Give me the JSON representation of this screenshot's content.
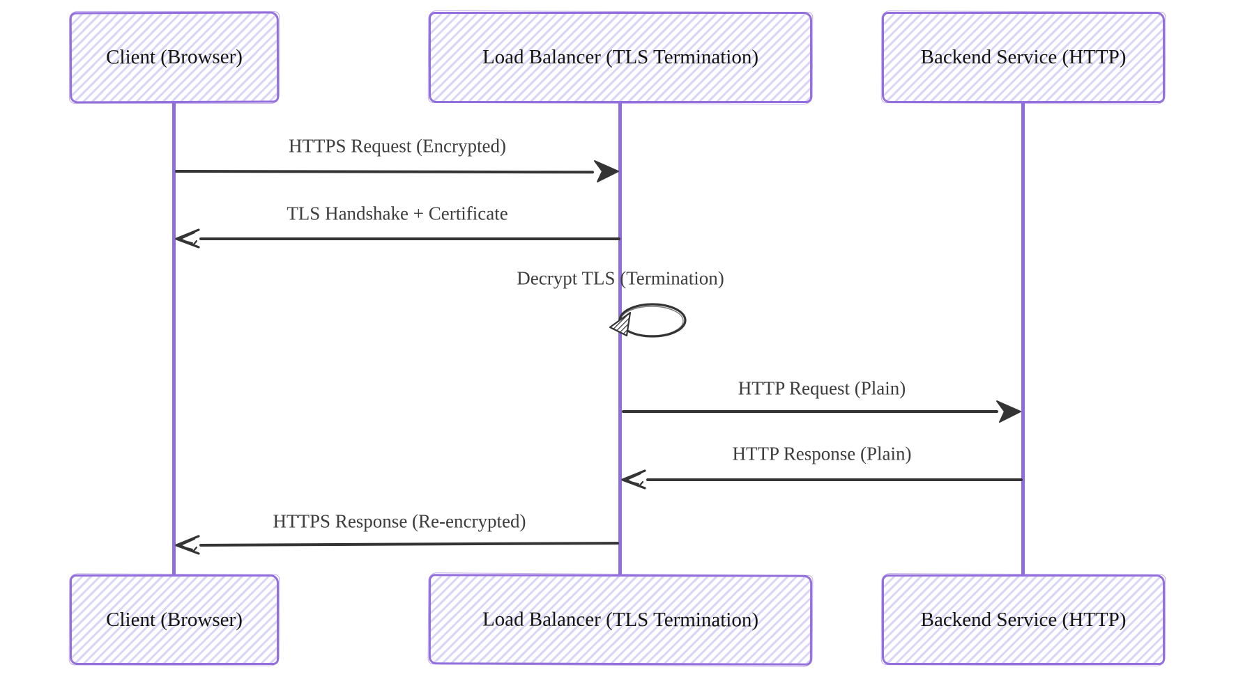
{
  "diagram": {
    "type": "sequence-diagram",
    "style": "hand-drawn",
    "actors": [
      {
        "id": "client",
        "label": "Client (Browser)"
      },
      {
        "id": "load-balancer",
        "label": "Load Balancer (TLS Termination)"
      },
      {
        "id": "backend",
        "label": "Backend Service (HTTP)"
      }
    ],
    "messages": [
      {
        "from": "client",
        "to": "load-balancer",
        "label": "HTTPS Request (Encrypted)",
        "arrowhead": "filled",
        "direction": "right"
      },
      {
        "from": "load-balancer",
        "to": "client",
        "label": "TLS Handshake + Certificate",
        "arrowhead": "open",
        "direction": "left"
      },
      {
        "from": "load-balancer",
        "to": "load-balancer",
        "label": "Decrypt TLS (Termination)",
        "arrowhead": "hatched",
        "direction": "self"
      },
      {
        "from": "load-balancer",
        "to": "backend",
        "label": "HTTP Request (Plain)",
        "arrowhead": "filled",
        "direction": "right"
      },
      {
        "from": "backend",
        "to": "load-balancer",
        "label": "HTTP Response (Plain)",
        "arrowhead": "open",
        "direction": "left"
      },
      {
        "from": "load-balancer",
        "to": "client",
        "label": "HTTPS Response (Re-encrypted)",
        "arrowhead": "open",
        "direction": "left"
      }
    ],
    "colors": {
      "actor_fill": "#ECECFF",
      "actor_border": "#9370DB",
      "lifeline": "#8D6EDD",
      "message_line": "#343434",
      "message_text": "#3D3D3D",
      "actor_text": "#141414",
      "background": "#FFFFFF"
    }
  }
}
